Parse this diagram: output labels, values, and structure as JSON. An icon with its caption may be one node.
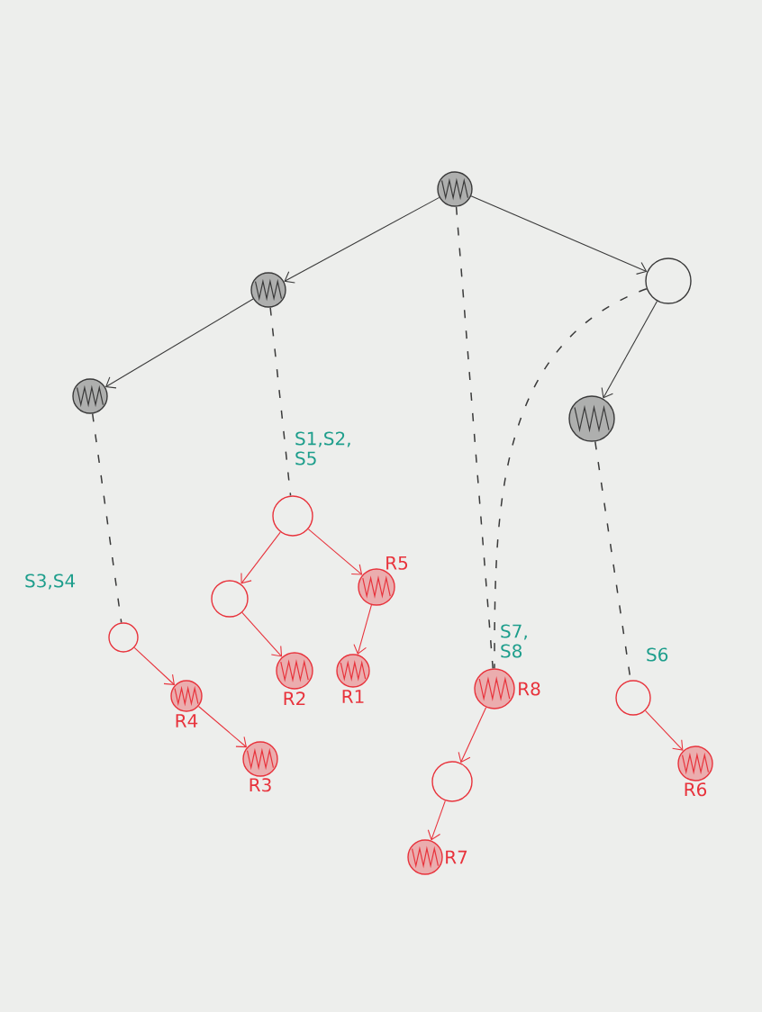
{
  "diagram": {
    "nodes": [
      {
        "text": [],
        "shape": "disc"
      },
      {
        "text": [],
        "shape": "disc"
      },
      {
        "text": [],
        "shape": "circle"
      },
      {
        "text": [],
        "shape": "disc"
      },
      {
        "text": [],
        "shape": "disc"
      },
      {
        "text": [],
        "shape": "circle"
      },
      {
        "text": [],
        "shape": "circle"
      },
      {
        "text": [],
        "shape": "disc",
        "beside": [
          "R5"
        ]
      },
      {
        "text": [],
        "shape": "circle"
      },
      {
        "text": [],
        "shape": "disc",
        "beside": [
          "R2"
        ]
      },
      {
        "text": [],
        "shape": "disc",
        "beside": [
          "R1"
        ]
      },
      {
        "text": [],
        "shape": "disc",
        "beside": [
          "R4"
        ]
      },
      {
        "text": [],
        "shape": "disc",
        "beside": [
          "R8"
        ]
      },
      {
        "text": [],
        "shape": "circle"
      },
      {
        "text": [],
        "shape": "disc",
        "beside": [
          "R3"
        ]
      },
      {
        "text": [],
        "shape": "circle"
      },
      {
        "text": [],
        "shape": "disc",
        "beside": [
          "R6"
        ]
      },
      {
        "text": [],
        "shape": "disc",
        "beside": [
          "R7"
        ]
      }
    ],
    "edges": [
      {
        "from": 0,
        "to": 1,
        "arrow": "to"
      },
      {
        "from": 0,
        "to": 2,
        "arrow": "to"
      },
      {
        "from": 1,
        "to": 3,
        "arrow": "to"
      },
      {
        "from": 2,
        "to": 4,
        "arrow": "to"
      },
      {
        "from": 3,
        "to": 8,
        "arrow": "none",
        "style": "dashed",
        "label": "S3,S4"
      },
      {
        "from": 1,
        "to": 5,
        "arrow": "none",
        "style": "dashed",
        "label": "S1,S2, S5"
      },
      {
        "from": 0,
        "to": 12,
        "arrow": "none",
        "style": "dashed"
      },
      {
        "from": 2,
        "to": 12,
        "arrow": "none",
        "style": "dashed",
        "label": "S7, S8"
      },
      {
        "from": 4,
        "to": 13,
        "arrow": "none",
        "style": "dashed",
        "label": "S6"
      },
      {
        "from": 5,
        "to": 6,
        "arrow": "to",
        "color": "#e8333c"
      },
      {
        "from": 5,
        "to": 7,
        "arrow": "to",
        "color": "#e8333c"
      },
      {
        "from": 6,
        "to": 9,
        "arrow": "to",
        "color": "#e8333c"
      },
      {
        "from": 7,
        "to": 10,
        "arrow": "to",
        "color": "#e8333c"
      },
      {
        "from": 8,
        "to": 11,
        "arrow": "to",
        "color": "#e8333c"
      },
      {
        "from": 11,
        "to": 14,
        "arrow": "to",
        "color": "#e8333c"
      },
      {
        "from": 12,
        "to": 15,
        "arrow": "to",
        "color": "#e8333c"
      },
      {
        "from": 15,
        "to": 17,
        "arrow": "to",
        "color": "#e8333c"
      },
      {
        "from": 13,
        "to": 16,
        "arrow": "to",
        "color": "#e8333c"
      }
    ]
  }
}
